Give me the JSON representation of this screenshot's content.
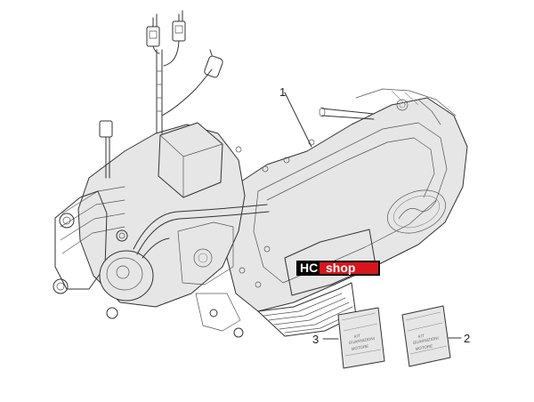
{
  "callouts": [
    {
      "number": "1"
    },
    {
      "number": "2"
    },
    {
      "number": "3"
    }
  ],
  "logo": {
    "prefix": "HC",
    "suffix": "shop",
    "colors": {
      "box": "#000000",
      "accent": "#d7161d",
      "text": "#ffffff"
    }
  },
  "kits": [
    {
      "lines": [
        "KIT",
        "GUARNIZIONI",
        "MOTORE"
      ]
    },
    {
      "lines": [
        "KIT",
        "GUARNIZIONI",
        "MOTORE"
      ]
    }
  ]
}
